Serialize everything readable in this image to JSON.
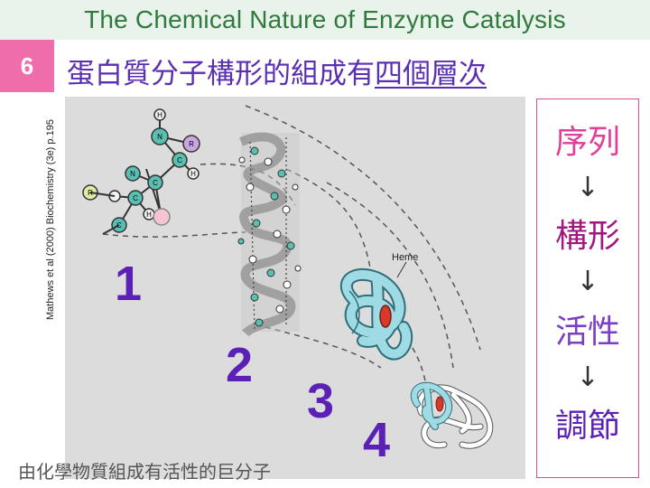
{
  "header": {
    "title": "The Chemical Nature of Enzyme Catalysis"
  },
  "slide": {
    "number": "6"
  },
  "subtitle": {
    "main": "蛋白質分子構形的組成有",
    "underlined": "四個層次"
  },
  "citation": "Mathews et al (2000) Biochemistry (3e) p.195",
  "figure": {
    "levels": [
      "1",
      "2",
      "3",
      "4"
    ],
    "heme_label": "Heme",
    "atoms": [
      "H",
      "N",
      "C",
      "R",
      "N",
      "C",
      "C",
      "R",
      "C",
      "H",
      "H"
    ]
  },
  "caption": "由化學物質組成有活性的巨分子",
  "sidebar": {
    "terms": [
      "序列",
      "構形",
      "活性",
      "調節"
    ],
    "arrows": [
      "↓",
      "↓",
      "↓"
    ],
    "colors": [
      "#e0409a",
      "#a1177d",
      "#7b3fc4",
      "#5b21b6"
    ]
  }
}
